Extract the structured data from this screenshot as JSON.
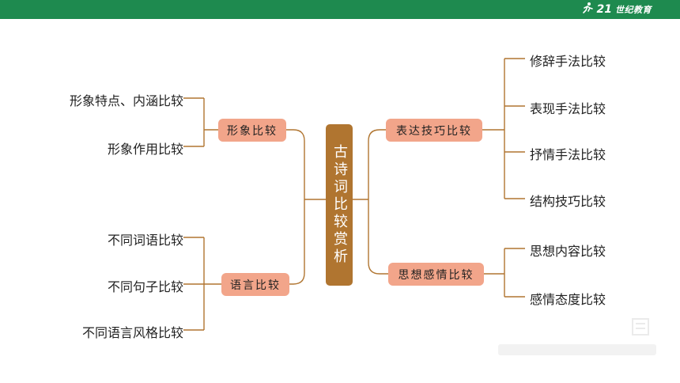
{
  "header": {
    "logo_mark": "21",
    "logo_text": "世纪教育"
  },
  "diagram": {
    "center": "古诗词比较赏析",
    "left_branches": [
      {
        "label": "形象比较",
        "children": [
          "形象特点、内涵比较",
          "形象作用比较"
        ]
      },
      {
        "label": "语言比较",
        "children": [
          "不同词语比较",
          "不同句子比较",
          "不同语言风格比较"
        ]
      }
    ],
    "right_branches": [
      {
        "label": "表达技巧比较",
        "children": [
          "修辞手法比较",
          "表现手法比较",
          "抒情手法比较",
          "结构技巧比较"
        ]
      },
      {
        "label": "思想感情比较",
        "children": [
          "思想内容比较",
          "感情态度比较"
        ]
      }
    ]
  },
  "colors": {
    "bar": "#1e8a4f",
    "center": "#b07530",
    "box": "#f2a58a",
    "line": "#b07530"
  }
}
